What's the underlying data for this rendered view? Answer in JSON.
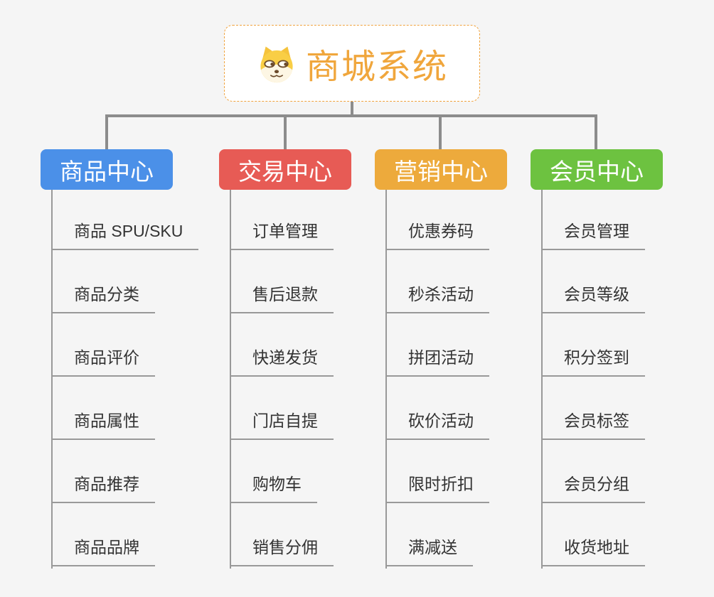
{
  "root": {
    "title": "商城系统",
    "icon": "doge-icon"
  },
  "colors": {
    "background": "#F5F5F5",
    "root_border": "#F0A23C",
    "root_text": "#F0A63C",
    "connector": "#8C8C8C",
    "item_line": "#999999",
    "item_text": "#333333",
    "node_text": "#FFFFFF"
  },
  "columns": [
    {
      "id": "product-center",
      "title": "商品中心",
      "color": "#4B90E8",
      "items": [
        "商品 SPU/SKU",
        "商品分类",
        "商品评价",
        "商品属性",
        "商品推荐",
        "商品品牌"
      ]
    },
    {
      "id": "trade-center",
      "title": "交易中心",
      "color": "#E75B55",
      "items": [
        "订单管理",
        "售后退款",
        "快递发货",
        "门店自提",
        "购物车",
        "销售分佣"
      ]
    },
    {
      "id": "marketing-center",
      "title": "营销中心",
      "color": "#EDAA3C",
      "items": [
        "优惠券码",
        "秒杀活动",
        "拼团活动",
        "砍价活动",
        "限时折扣",
        "满减送"
      ]
    },
    {
      "id": "member-center",
      "title": "会员中心",
      "color": "#6DC240",
      "items": [
        "会员管理",
        "会员等级",
        "积分签到",
        "会员标签",
        "会员分组",
        "收货地址"
      ]
    }
  ]
}
